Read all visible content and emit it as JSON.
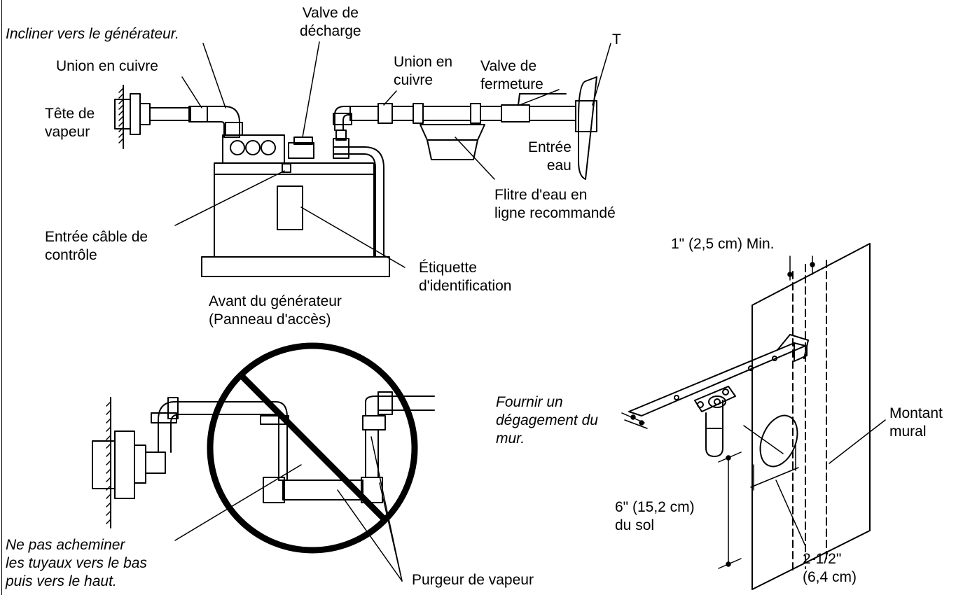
{
  "labels": {
    "incline_note": "Incliner vers le générateur.",
    "valve_decharge": "Valve de\ndécharge",
    "t_label": "T",
    "union_cuivre_left": "Union en cuivre",
    "union_cuivre_right": "Union en\ncuivre",
    "valve_fermeture": "Valve de\nfermeture",
    "tete_vapeur": "Tête de\nvapeur",
    "entree_eau": "Entrée\neau",
    "filtre": "Flitre d'eau en\nligne recommandé",
    "entree_cable": "Entrée câble de\ncontrôle",
    "etiquette": "Étiquette\nd'identification",
    "avant_generateur": "Avant du générateur\n(Panneau d'accès)",
    "min_clearance": "1\" (2,5 cm) Min.",
    "fournir": "Fournir un\ndégagement du\nmur.",
    "montant_mural": "Montant\nmural",
    "six_inch": "6\" (15,2 cm)\ndu sol",
    "ne_pas": "Ne pas acheminer\nles tuyaux vers le bas\npuis vers le haut.",
    "purgeur": "Purgeur de vapeur",
    "two_half": "2-1/2\"\n(6,4 cm)"
  },
  "colors": {
    "line": "#000000",
    "background": "#ffffff"
  }
}
